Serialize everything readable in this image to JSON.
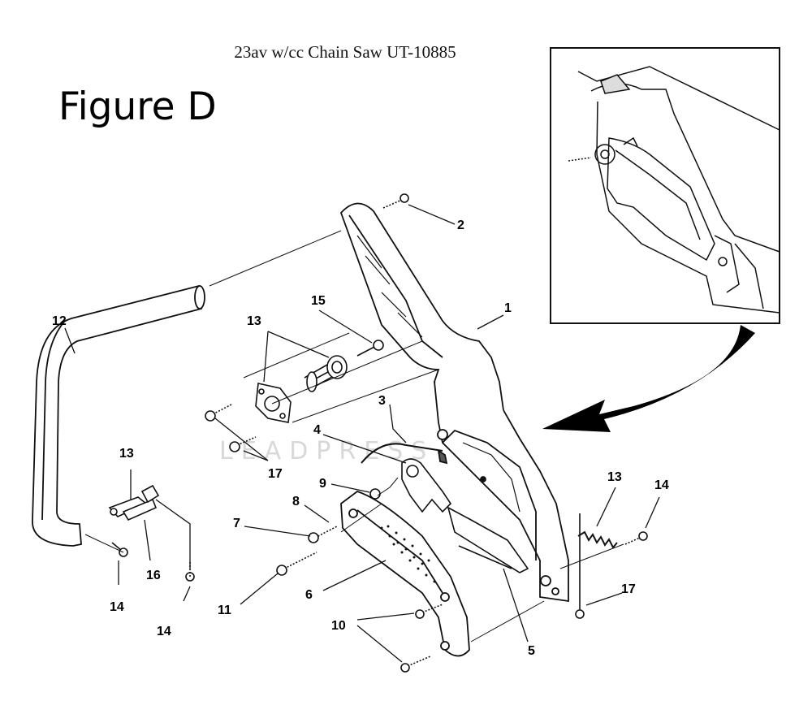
{
  "header": {
    "doc_title": "23av w/cc Chain Saw UT-10885",
    "figure_title": "Figure D"
  },
  "watermark": "LEADPRESS",
  "callouts": {
    "c1": "1",
    "c2": "2",
    "c3": "3",
    "c4": "4",
    "c5": "5",
    "c6": "6",
    "c7": "7",
    "c8": "8",
    "c9": "9",
    "c10": "10",
    "c11": "11",
    "c12": "12",
    "c13a": "13",
    "c13b": "13",
    "c13c": "13",
    "c14a": "14",
    "c14b": "14",
    "c14c": "14",
    "c15": "15",
    "c16": "16",
    "c17a": "17",
    "c17b": "17"
  },
  "colors": {
    "line": "#111111",
    "fill": "#ffffff",
    "shade": "#555555"
  }
}
